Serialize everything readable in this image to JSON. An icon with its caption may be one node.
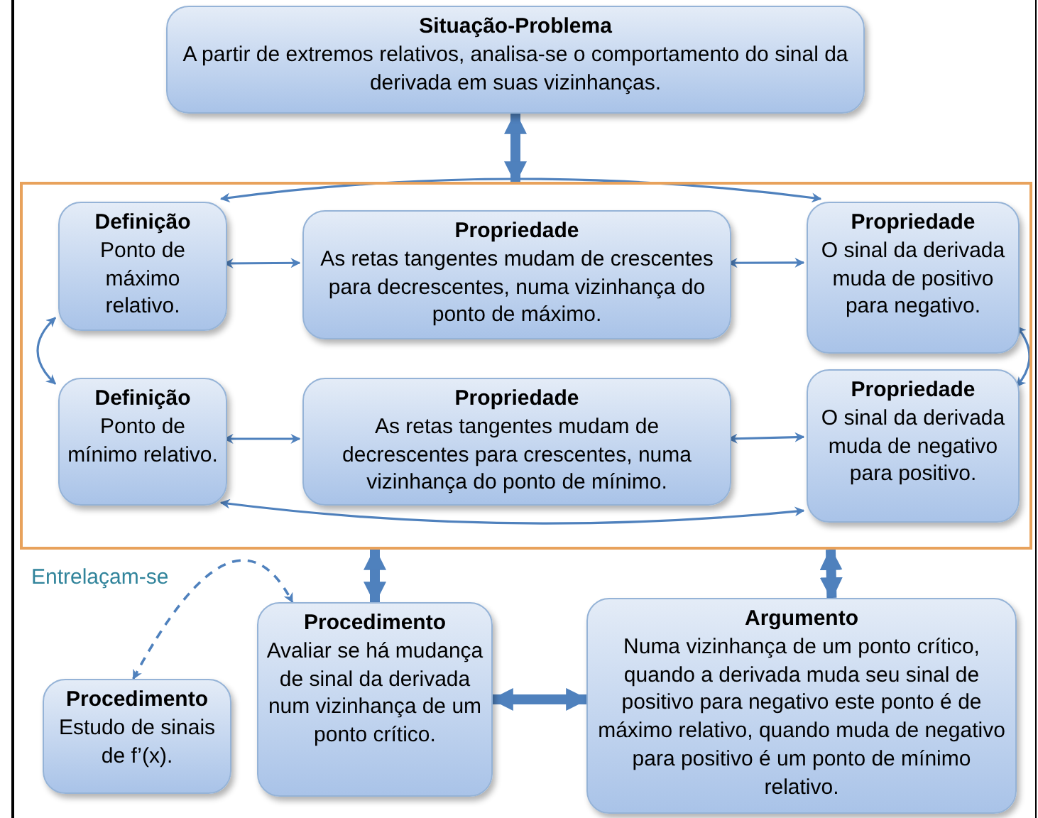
{
  "diagram": {
    "nodes": [
      {
        "text": [
          "Situação-Problema",
          "A partir de extremos relativos, analisa-se o comportamento do sinal da derivada em suas vizinhanças."
        ]
      },
      {
        "text": [],
        "shape": "box"
      },
      {
        "text": [
          "Definição",
          "Ponto de máximo relativo."
        ],
        "in": 1
      },
      {
        "text": [
          "Propriedade",
          "As retas tangentes mudam de crescentes para decrescentes, numa vizinhança do ponto de máximo."
        ],
        "in": 1
      },
      {
        "text": [
          "Propriedade",
          "O sinal da derivada muda de positivo para negativo."
        ],
        "in": 1
      },
      {
        "text": [
          "Definição",
          "Ponto de mínimo relativo."
        ],
        "in": 1
      },
      {
        "text": [
          "Propriedade",
          "As retas tangentes mudam de decrescentes para crescentes, numa vizinhança do ponto de mínimo."
        ],
        "in": 1
      },
      {
        "text": [
          "Propriedade",
          "O sinal da derivada muda de negativo para positivo."
        ],
        "in": 1
      },
      {
        "text": [
          "Procedimento",
          "Avaliar se há mudança de sinal da derivada num vizinhança de um ponto crítico."
        ]
      },
      {
        "text": [
          "Argumento",
          "Numa vizinhança de um ponto crítico, quando a derivada muda seu sinal de positivo para negativo este ponto é de máximo relativo, quando muda de negativo para positivo é um ponto de mínimo relativo."
        ]
      },
      {
        "text": [
          "Procedimento",
          "Estudo de sinais de f’(x)."
        ]
      }
    ],
    "edges": [
      {
        "from": 0,
        "to": 1,
        "arrow": "both",
        "style": "thick"
      },
      {
        "from": 2,
        "to": 3,
        "arrow": "both"
      },
      {
        "from": 3,
        "to": 4,
        "arrow": "both"
      },
      {
        "from": 2,
        "to": 4,
        "arrow": "both"
      },
      {
        "from": 2,
        "to": 5,
        "arrow": "both"
      },
      {
        "from": 4,
        "to": 7,
        "arrow": "both"
      },
      {
        "from": 5,
        "to": 6,
        "arrow": "both"
      },
      {
        "from": 6,
        "to": 7,
        "arrow": "both"
      },
      {
        "from": 5,
        "to": 7,
        "arrow": "both"
      },
      {
        "from": 1,
        "to": 8,
        "arrow": "both",
        "style": "thick"
      },
      {
        "from": 1,
        "to": 9,
        "arrow": "both",
        "style": "thick"
      },
      {
        "from": 8,
        "to": 9,
        "arrow": "both",
        "style": "thick"
      },
      {
        "from": 10,
        "to": 8,
        "arrow": "both",
        "style": "dashed",
        "label": "Entrelaçam-se"
      }
    ]
  }
}
